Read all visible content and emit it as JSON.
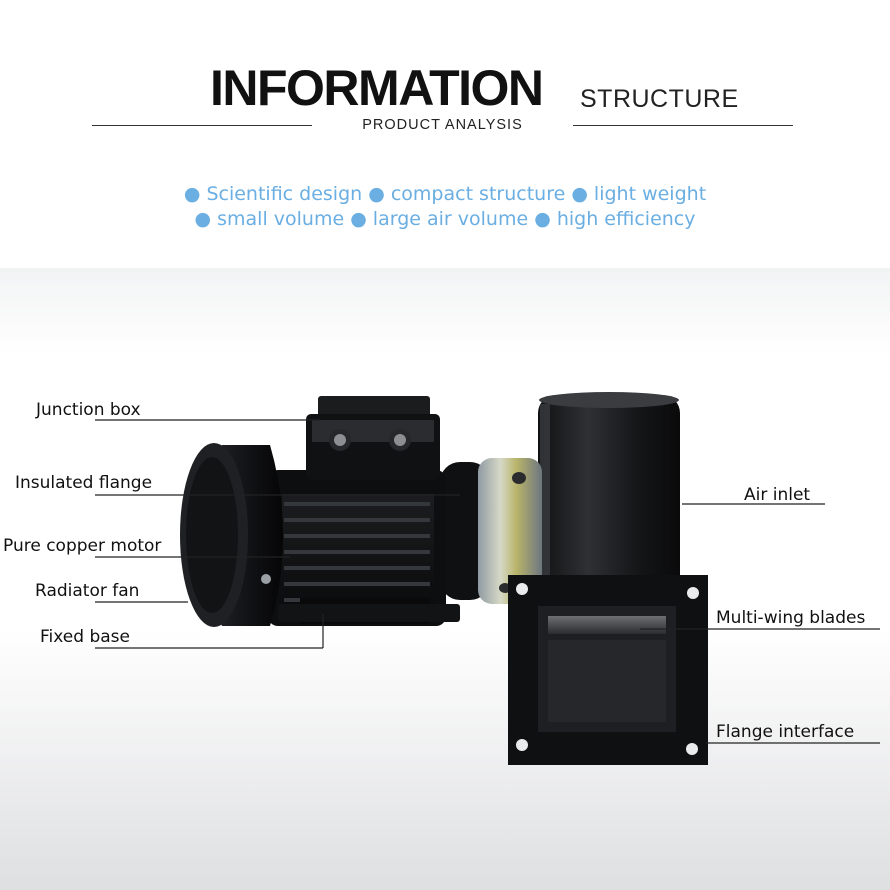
{
  "header": {
    "title": "INFORMATION",
    "side_title": "STRUCTURE",
    "subtitle": "PRODUCT ANALYSIS"
  },
  "features": {
    "line1": "● Scientific design ● compact structure ● light weight",
    "line2": "● small volume ● large air volume ● high efficiency"
  },
  "labels": {
    "junction_box": "Junction box",
    "insulated_flange": "Insulated flange",
    "pure_copper_motor": "Pure copper motor",
    "radiator_fan": "Radiator fan",
    "fixed_base": "Fixed base",
    "air_inlet": "Air inlet",
    "multi_wing_blades": "Multi-wing blades",
    "flange_interface": "Flange interface"
  },
  "colors": {
    "accent_blue": "#6aaee2",
    "motor_black": "#141516",
    "background": "#ffffff"
  }
}
